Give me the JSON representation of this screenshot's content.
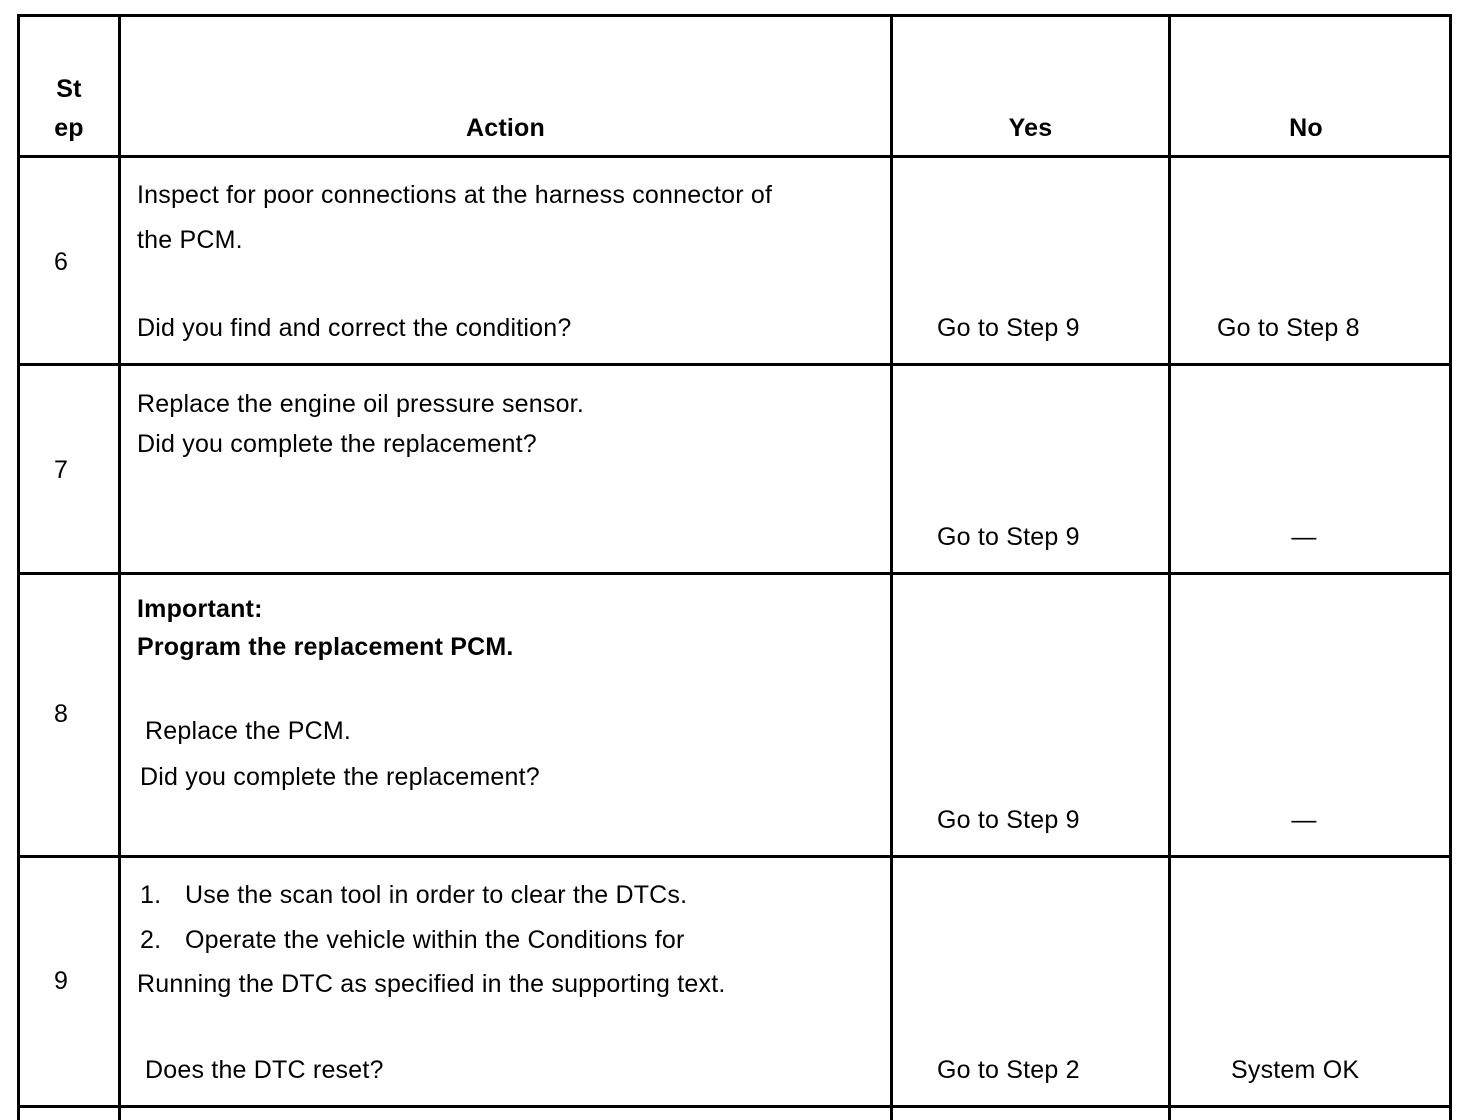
{
  "header": {
    "step_line1": "St",
    "step_line2": "ep",
    "action": "Action",
    "yes": "Yes",
    "no": "No"
  },
  "rows": [
    {
      "step": "6",
      "action_lines": [
        "Inspect for poor connections at the harness connector of",
        "the PCM.",
        "Did you find and correct the condition?"
      ],
      "yes": "Go to Step 9",
      "no": "Go to Step 8"
    },
    {
      "step": "7",
      "action_lines": [
        "Replace the engine oil pressure sensor.",
        "Did you complete the replacement?"
      ],
      "yes": "Go to Step 9",
      "no": "—"
    },
    {
      "step": "8",
      "important_label": "Important:",
      "important_text": "Program the replacement PCM.",
      "action_lines": [
        "Replace the PCM.",
        "Did you complete the replacement?"
      ],
      "yes": "Go to Step 9",
      "no": "—"
    },
    {
      "step": "9",
      "list": [
        {
          "num": "1.",
          "text": "Use the scan tool in order to clear the DTCs."
        },
        {
          "num": "2.",
          "text": "Operate the vehicle within the Conditions for"
        }
      ],
      "continuation": "Running the DTC as specified in the supporting text.",
      "question": "Does the DTC reset?",
      "yes": "Go to Step 2",
      "no": "System OK"
    }
  ]
}
